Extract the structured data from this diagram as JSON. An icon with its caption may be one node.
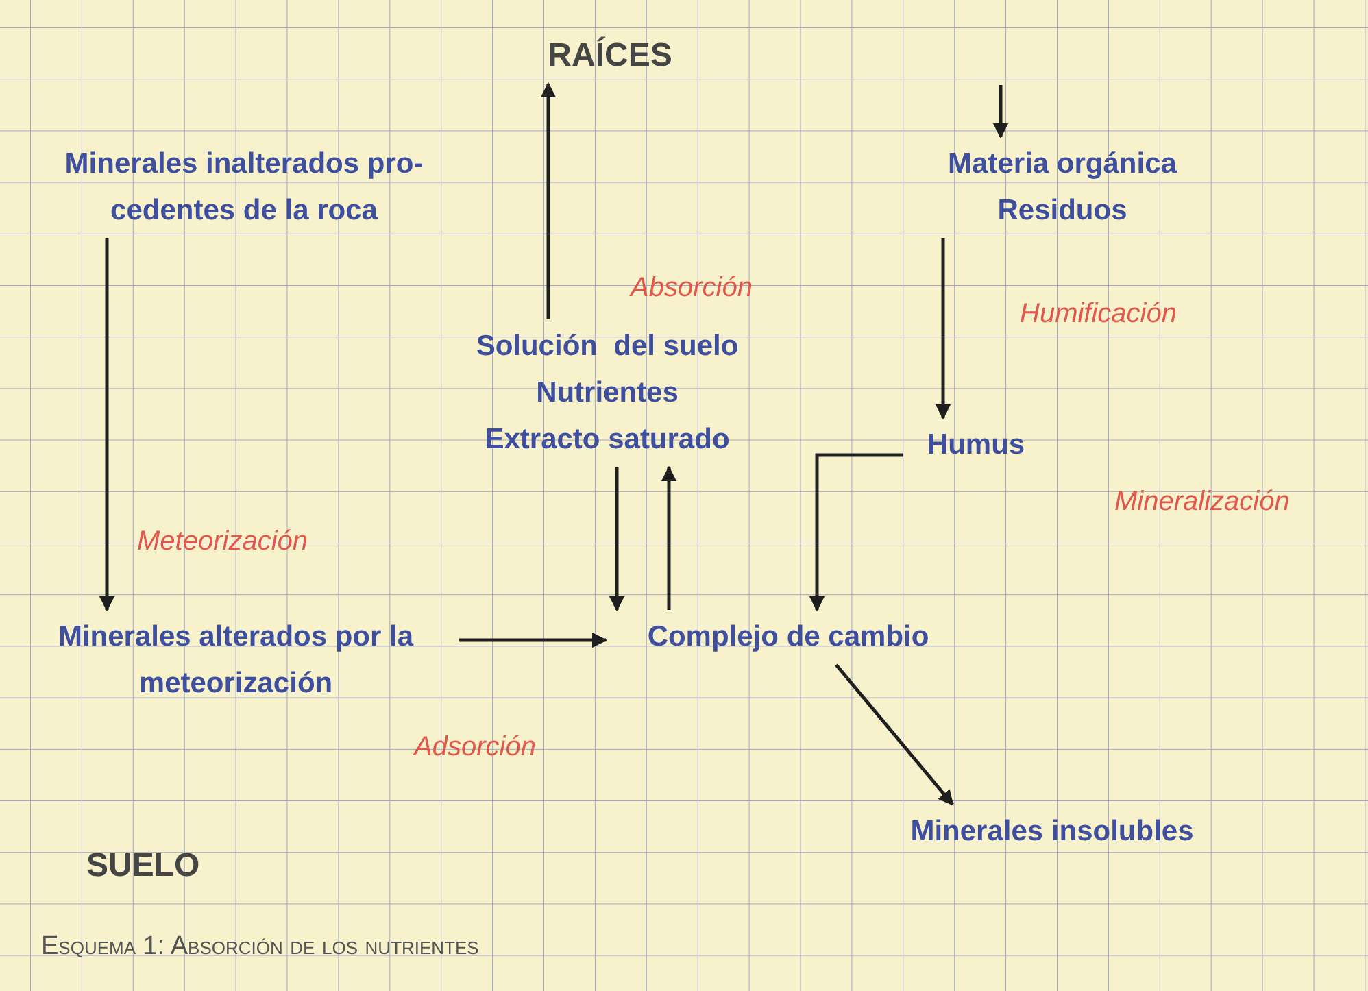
{
  "diagram": {
    "caption": "Esquema 1: Absorción de los nutrientes",
    "nodes": [
      {
        "text": [
          "RAÍCES"
        ]
      },
      {
        "text": [
          "Minerales inalterados pro- cedentes de la roca"
        ]
      },
      {
        "text": [
          "Materia orgánica",
          "Residuos"
        ]
      },
      {
        "text": [
          "Solución  del suelo",
          "Nutrientes",
          "Extracto saturado"
        ]
      },
      {
        "text": [
          "Humus"
        ]
      },
      {
        "text": [
          "Minerales alterados por la meteorización"
        ]
      },
      {
        "text": [
          "Complejo de cambio"
        ]
      },
      {
        "text": [
          "Minerales insolubles"
        ]
      }
    ],
    "edges": [
      {
        "from": null,
        "to": 2,
        "arrow": "to"
      },
      {
        "from": 3,
        "to": 0,
        "arrow": "to",
        "label": "Absorción"
      },
      {
        "from": 1,
        "to": 5,
        "arrow": "to",
        "label": "Meteorización"
      },
      {
        "from": 2,
        "to": 4,
        "arrow": "to",
        "label": "Humificación"
      },
      {
        "from": 3,
        "to": 6,
        "arrow": "to"
      },
      {
        "from": 6,
        "to": 3,
        "arrow": "to"
      },
      {
        "from": 4,
        "to": 6,
        "arrow": "to"
      },
      {
        "from": 5,
        "to": 6,
        "arrow": "to",
        "label": "Adsorción"
      },
      {
        "from": 6,
        "to": 7,
        "arrow": "to"
      }
    ],
    "labels": [
      "Mineralización",
      "SUELO"
    ]
  }
}
